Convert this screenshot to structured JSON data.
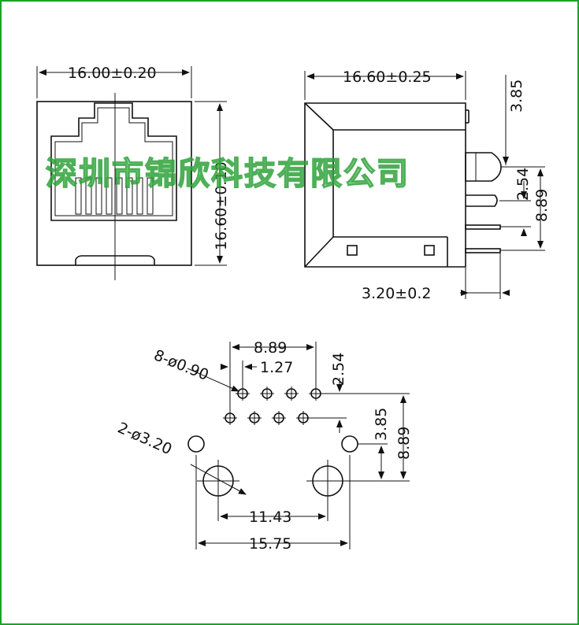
{
  "drawing": {
    "front_view": {
      "width_dim": "16.00±0.20",
      "height_dim": "16.60±0.10"
    },
    "side_view": {
      "depth_dim": "16.60±0.25",
      "pin_top_dim": "3.85",
      "pitch_dim": "2.54",
      "row_dim": "8.89",
      "pin_len_dim": "3.20±0.2"
    },
    "footprint": {
      "span_dim": "8.89",
      "pitch_dim": "1.27",
      "row_pitch_dim": "2.54",
      "pin_holes_note": "8-ø0.90",
      "post_holes_note": "2-ø3.20",
      "post_offset_dim": "3.85",
      "post_row_dim": "8.89",
      "post_spacing_dim": "11.43",
      "outline_width_dim": "15.75"
    },
    "watermark": "深圳市锦欣科技有限公司"
  },
  "colors": {
    "frame": "#1aa329",
    "watermark": "#2fa33a",
    "ink": "#111111"
  }
}
